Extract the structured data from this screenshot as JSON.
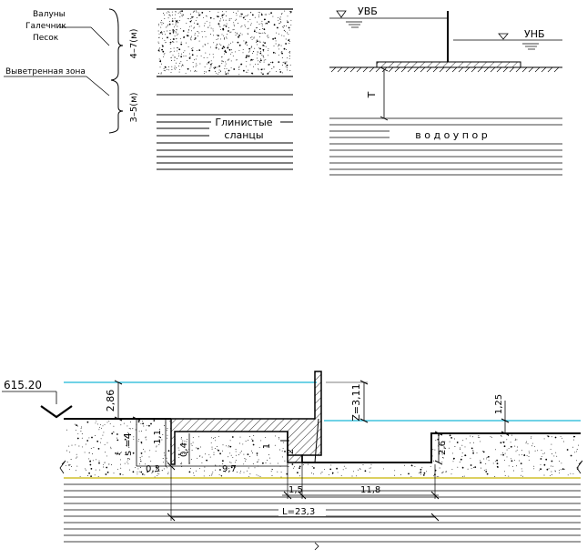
{
  "panel_a": {
    "labels": {
      "boulders": "Валуны",
      "pebbles": "Галечник",
      "sand": "Песок",
      "weathered_zone": "Выветренная зона",
      "thickness_top": "4–7(м)",
      "thickness_bottom": "3–5(м)",
      "clay_shale_1": "Глинистые",
      "clay_shale_2": "сланцы"
    }
  },
  "panel_b": {
    "labels": {
      "upstream_level": "УВБ",
      "downstream_level": "УНБ",
      "depth_T": "T",
      "aquiclude": "в о д о у п о р"
    }
  },
  "panel_c": {
    "labels": {
      "elevation": "615.20",
      "dim_2_86": "2,86",
      "dim_s_4": "s =4",
      "dim_1_1": "1,1",
      "dim_0_4": "0,4",
      "dim_0_3": "0,3",
      "dim_9_7": "9,7",
      "dim_z": "Z=3,11",
      "dim_1": "1",
      "dim_2": "2",
      "dim_1_5": "1,5",
      "dim_11_8": "11,8",
      "dim_L": "L=23,3",
      "dim_2_6": "2,6",
      "dim_1_25": "1,25"
    }
  }
}
